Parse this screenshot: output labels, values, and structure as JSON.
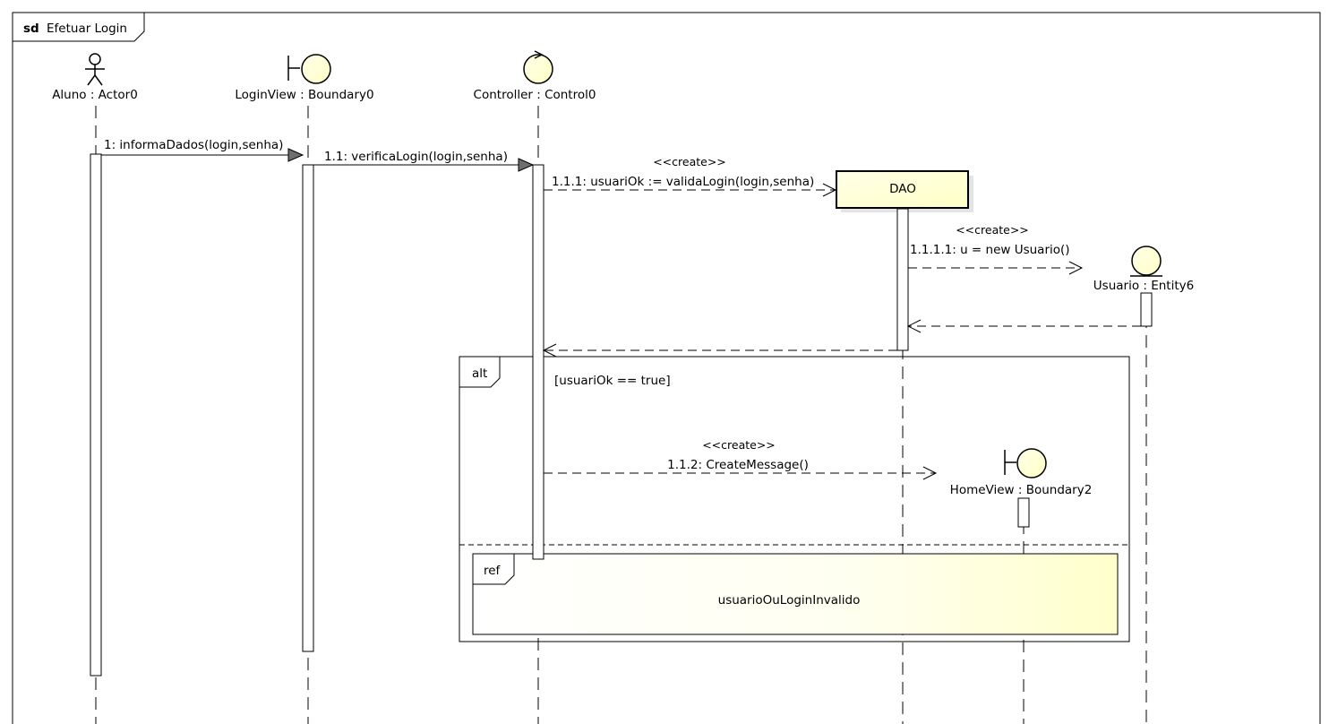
{
  "frame": {
    "keyword": "sd",
    "name": "Efetuar Login"
  },
  "lifelines": {
    "aluno": "Aluno : Actor0",
    "loginview": "LoginView : Boundary0",
    "controller": "Controller : Control0",
    "dao": "DAO",
    "usuario": "Usuario : Entity6",
    "homeview": "HomeView : Boundary2"
  },
  "messages": {
    "m1": "1: informaDados(login,senha)",
    "m11": "1.1: verificaLogin(login,senha)",
    "m111_stereo": "<<create>>",
    "m111": "1.1.1: usuariOk := validaLogin(login,senha)",
    "m1111_stereo": "<<create>>",
    "m1111": "1.1.1.1: u = new Usuario()",
    "m112_stereo": "<<create>>",
    "m112": "1.1.2: CreateMessage()"
  },
  "fragments": {
    "alt_keyword": "alt",
    "alt_guard": "[usuariOk == true]",
    "ref_keyword": "ref",
    "ref_name": "usuarioOuLoginInvalido"
  },
  "colors": {
    "shape_fill": "#FFFFCC",
    "shape_stroke": "#000000",
    "line": "#000000",
    "background": "#FFFFFF"
  }
}
